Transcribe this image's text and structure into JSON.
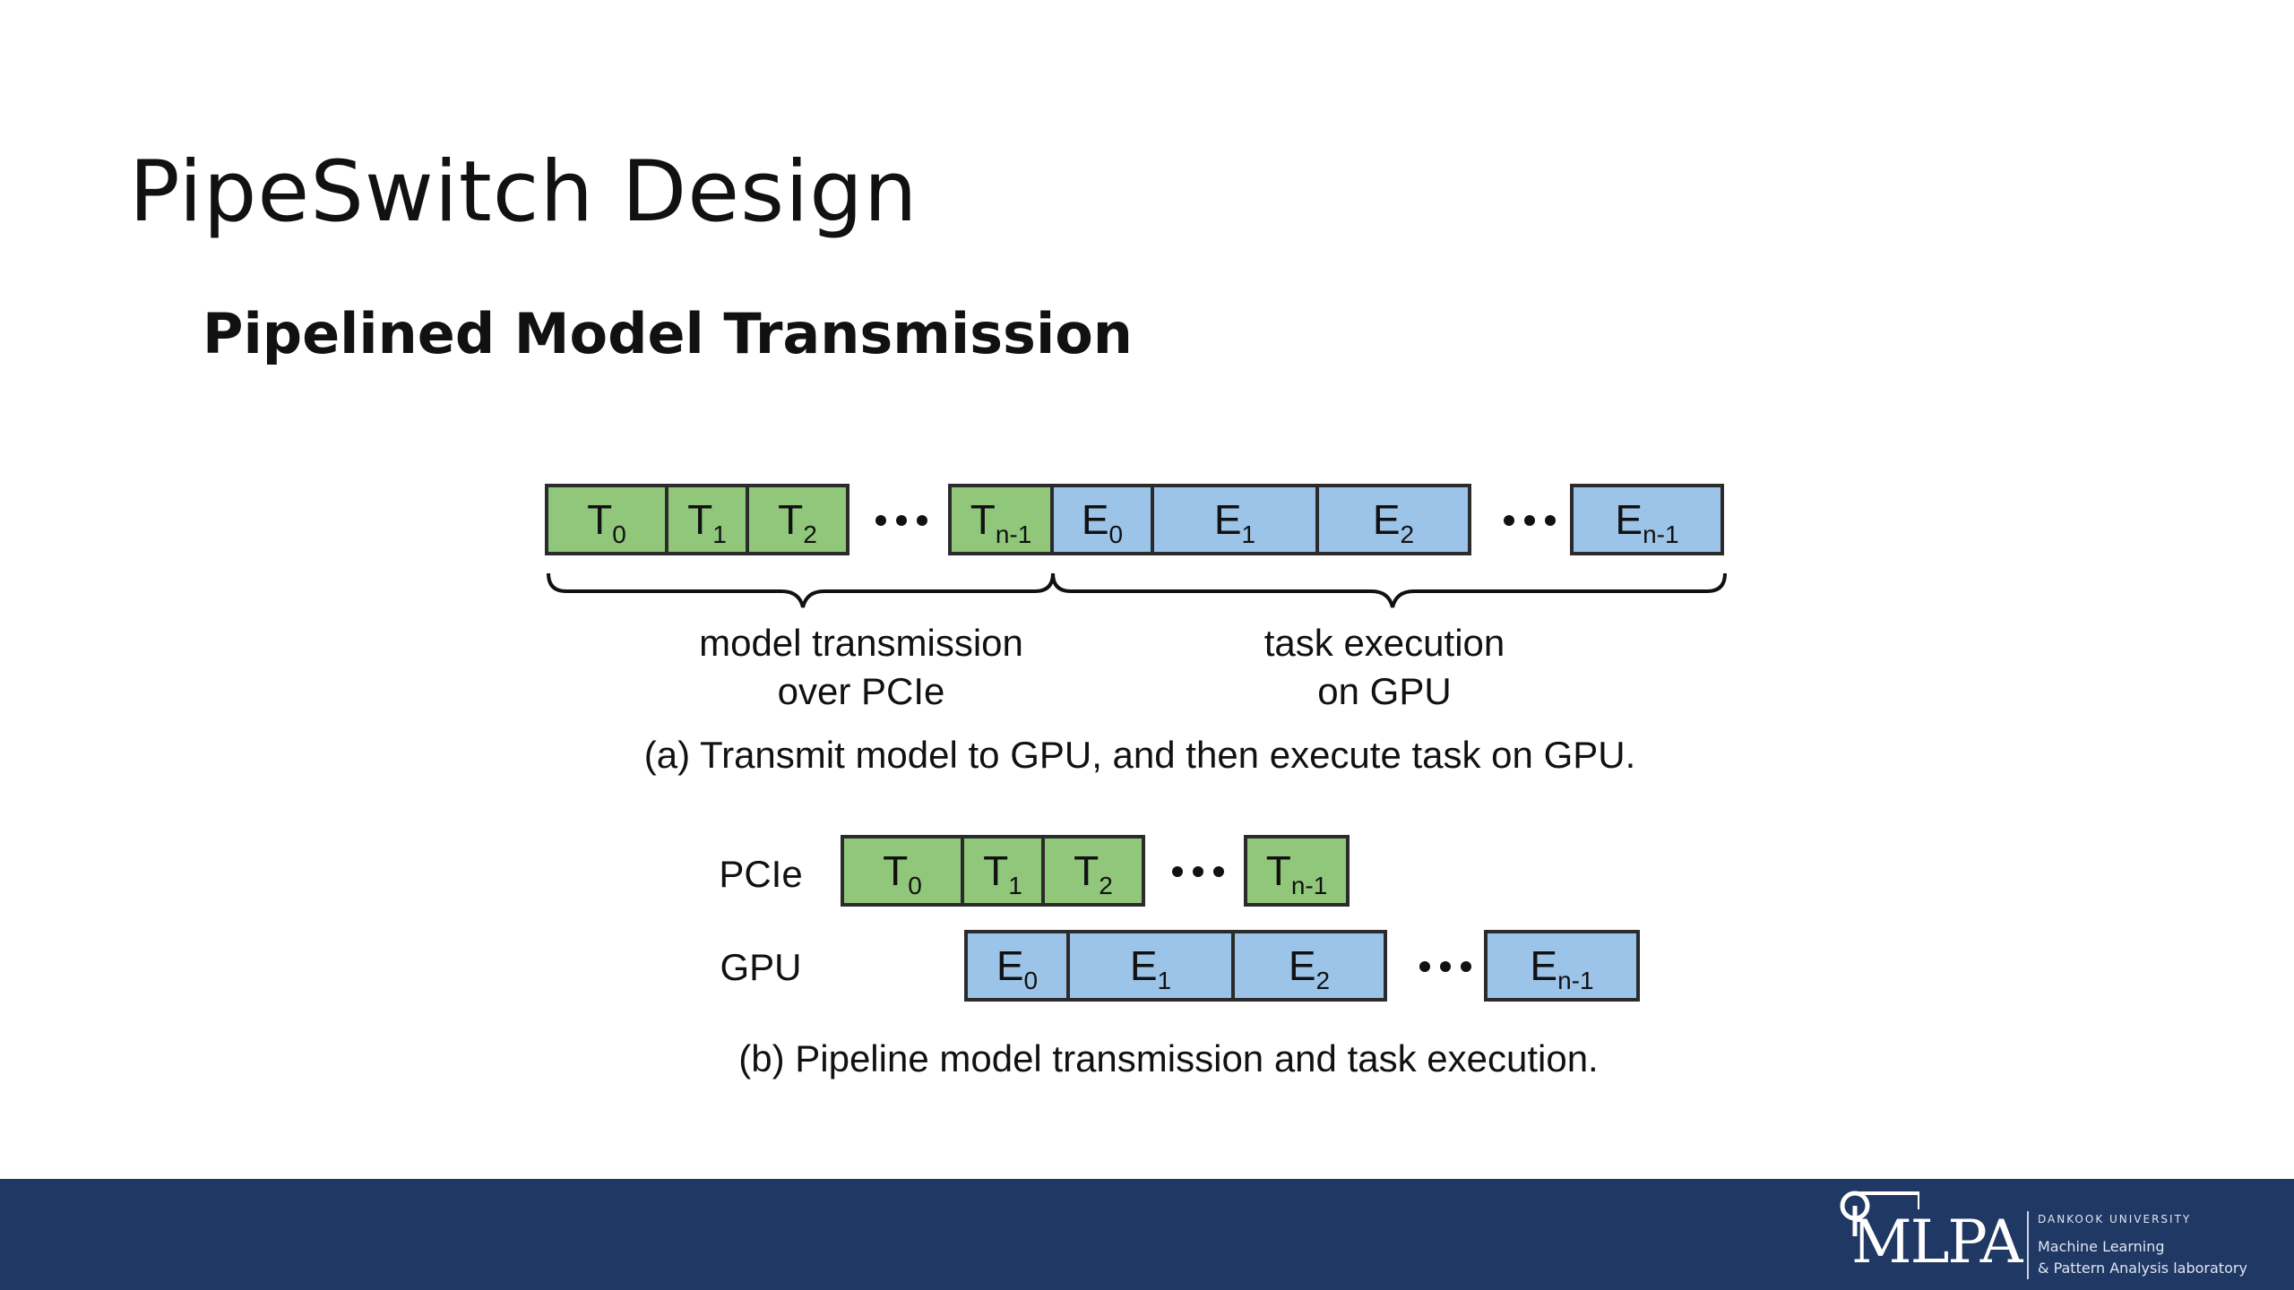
{
  "slide": {
    "title": "PipeSwitch Design",
    "subtitle": "Pipelined Model Transmission"
  },
  "diagram_a": {
    "blocks": [
      {
        "kind": "T",
        "main": "T",
        "sub": "0"
      },
      {
        "kind": "T",
        "main": "T",
        "sub": "1"
      },
      {
        "kind": "T",
        "main": "T",
        "sub": "2"
      },
      {
        "kind": "T",
        "main": "T",
        "sub": "n-1"
      },
      {
        "kind": "E",
        "main": "E",
        "sub": "0"
      },
      {
        "kind": "E",
        "main": "E",
        "sub": "1"
      },
      {
        "kind": "E",
        "main": "E",
        "sub": "2"
      },
      {
        "kind": "E",
        "main": "E",
        "sub": "n-1"
      }
    ],
    "brace_left_line1": "model transmission",
    "brace_left_line2": "over PCIe",
    "brace_right_line1": "task execution",
    "brace_right_line2": "on GPU",
    "caption": "(a) Transmit model to GPU, and then execute task on GPU."
  },
  "diagram_b": {
    "row_labels": [
      "PCIe",
      "GPU"
    ],
    "pcie_blocks": [
      {
        "main": "T",
        "sub": "0"
      },
      {
        "main": "T",
        "sub": "1"
      },
      {
        "main": "T",
        "sub": "2"
      },
      {
        "main": "T",
        "sub": "n-1"
      }
    ],
    "gpu_blocks": [
      {
        "main": "E",
        "sub": "0"
      },
      {
        "main": "E",
        "sub": "1"
      },
      {
        "main": "E",
        "sub": "2"
      },
      {
        "main": "E",
        "sub": "n-1"
      }
    ],
    "caption": "(b) Pipeline model transmission and task execution."
  },
  "footer": {
    "logo_text": "MLPA",
    "university": "DANKOOK UNIVERSITY",
    "lab_line1": "Machine Learning",
    "lab_line2": "& Pattern Analysis laboratory"
  },
  "colors": {
    "transmit_block": "#90c77a",
    "execute_block": "#9cc3e8",
    "footer_bar": "#203864"
  }
}
